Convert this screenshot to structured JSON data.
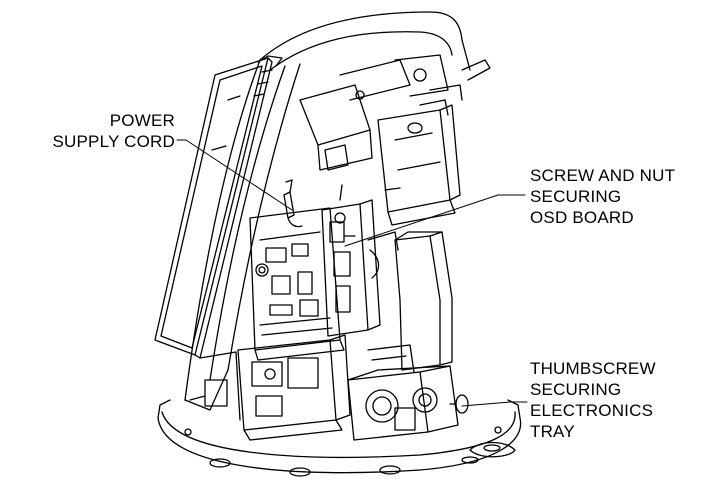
{
  "callouts": {
    "power_cord": [
      "POWER",
      "SUPPLY CORD"
    ],
    "screw_nut": [
      "SCREW AND NUT",
      "SECURING",
      "OSD BOARD"
    ],
    "thumbscrew": [
      "THUMBSCREW",
      "SECURING",
      "ELECTRONICS",
      "TRAY"
    ]
  }
}
